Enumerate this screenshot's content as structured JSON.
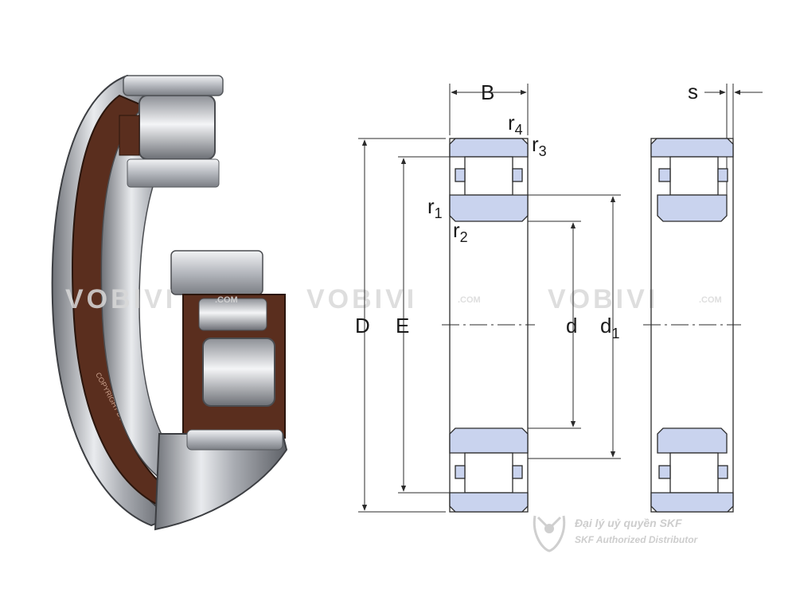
{
  "watermark": {
    "brand": "VOBIVI",
    "suffix": ".COM"
  },
  "photo": {
    "cage_marking": "COPYRIGHT BY SKF"
  },
  "dimensions": {
    "B": "B",
    "s": "s",
    "D": "D",
    "E": "E",
    "d": "d",
    "d1_base": "d",
    "d1_sub": "1",
    "r1_base": "r",
    "r1_sub": "1",
    "r2_base": "r",
    "r2_sub": "2",
    "r3_base": "r",
    "r3_sub": "3",
    "r4_base": "r",
    "r4_sub": "4"
  },
  "distributor": {
    "line1": "Đại lý uỷ quyền SKF",
    "line2": "SKF Authorized Distributor"
  },
  "colors": {
    "ring_fill": "#c9d3ee",
    "outline": "#2b2b2b",
    "cage_brown": "#5a2e1e",
    "steel": "#b9bcc1",
    "watermark": "#d9d9d9"
  }
}
